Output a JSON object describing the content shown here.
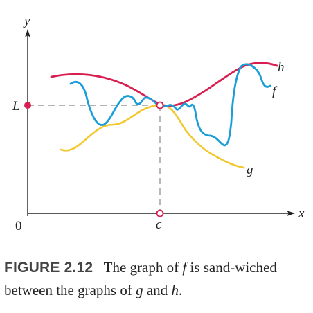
{
  "diagram": {
    "axes": {
      "x_label": "x",
      "y_label": "y",
      "origin_label": "0"
    },
    "point_labels": {
      "limit_label": "L",
      "c_label": "c"
    },
    "curves": [
      {
        "name": "h",
        "label": "h",
        "color": "#d81e4f"
      },
      {
        "name": "f",
        "label": "f",
        "color": "#1b9ed8"
      },
      {
        "name": "g",
        "label": "g",
        "color": "#f2c82f"
      }
    ],
    "colors": {
      "axis": "#222222",
      "dashed_guides": "#888888",
      "limit_dot": "#d81e4f",
      "open_circle_stroke": "#d81e4f"
    }
  },
  "caption": {
    "figure_number": "FIGURE 2.12",
    "text_1": "The graph of ",
    "f": "f",
    "text_2": " is sand-wiched between the graphs of ",
    "g": "g",
    "text_3": " and ",
    "h": "h",
    "text_4": "."
  }
}
